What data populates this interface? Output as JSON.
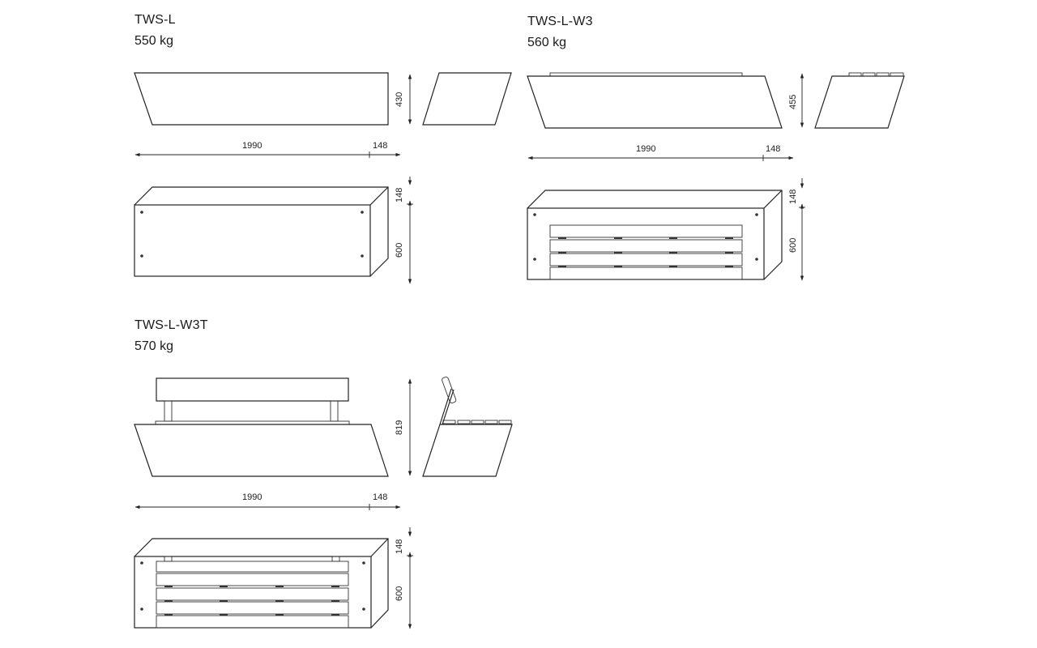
{
  "products": [
    {
      "name": "TWS-L",
      "weight": "550 kg",
      "dims": {
        "width": "1990",
        "depth": "148",
        "height": "430",
        "top": "148",
        "front_height": "600"
      }
    },
    {
      "name": "TWS-L-W3",
      "weight": "560 kg",
      "dims": {
        "width": "1990",
        "depth": "148",
        "height": "455",
        "top": "148",
        "front_height": "600"
      }
    },
    {
      "name": "TWS-L-W3T",
      "weight": "570 kg",
      "dims": {
        "width": "1990",
        "depth": "148",
        "height": "819",
        "top": "148",
        "front_height": "600"
      }
    }
  ]
}
